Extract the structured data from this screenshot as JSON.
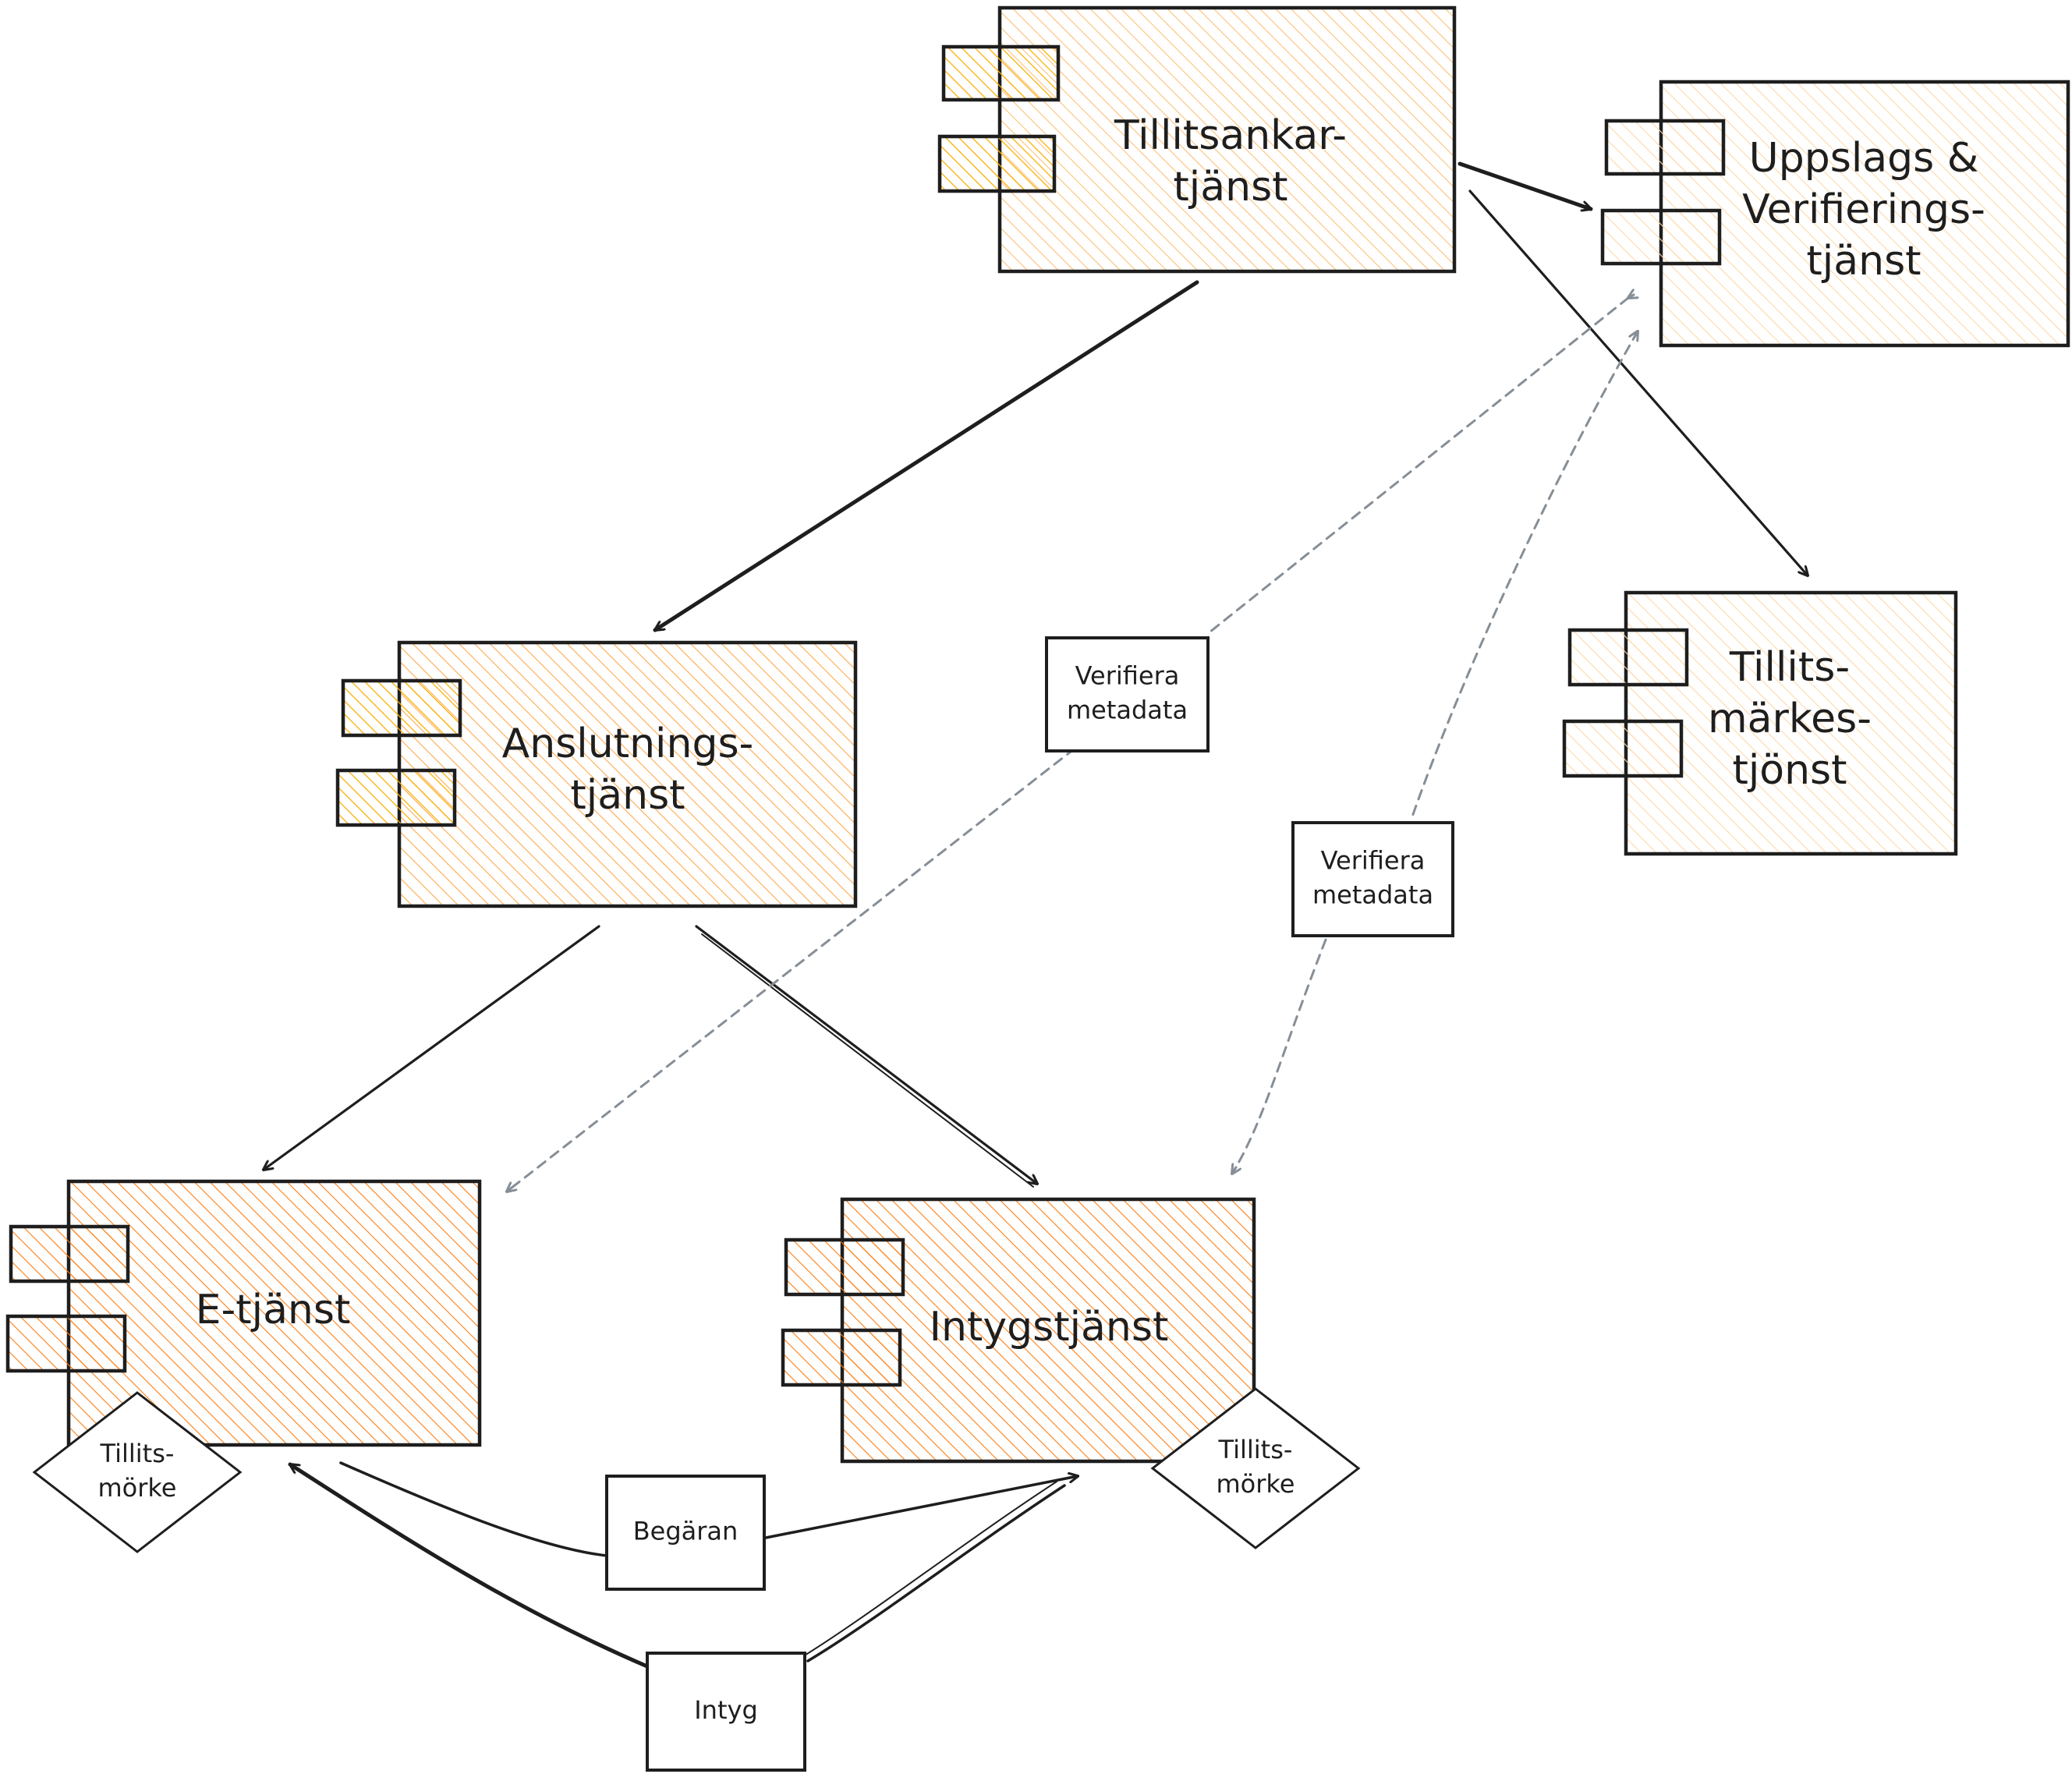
{
  "components": [
    {
      "id": "anchor",
      "name": "tillitsankartjanst",
      "lines": [
        "Tillitsankar-",
        "tjänst"
      ],
      "fill": "#ffc078",
      "tint": "#fab005"
    },
    {
      "id": "lookup",
      "name": "uppslags-verifieringstjanst",
      "lines": [
        "Uppslags &",
        "Verifierings-",
        "tjänst"
      ],
      "fill": "#ffd8a8",
      "tint": "#ffc078"
    },
    {
      "id": "connect",
      "name": "anslutningstjanst",
      "lines": [
        "Anslutnings-",
        "tjänst"
      ],
      "fill": "#ffa94d",
      "tint": "#fab005"
    },
    {
      "id": "mark",
      "name": "tillitsmarkestjanst",
      "lines": [
        "Tillits-",
        "märkes-",
        "tjönst"
      ],
      "fill": "#ffd8a8",
      "tint": "#ffc078"
    },
    {
      "id": "eservice",
      "name": "e-tjanst",
      "lines": [
        "E-tjänst"
      ],
      "fill": "#fd7e14",
      "tint": "#fd7e14"
    },
    {
      "id": "attest",
      "name": "intygstjanst",
      "lines": [
        "Intygstjänst"
      ],
      "fill": "#fd7e14",
      "tint": "#fd7e14"
    }
  ],
  "badges": [
    {
      "id": "badge1",
      "lines": [
        "Tillits-",
        "mörke"
      ]
    },
    {
      "id": "badge2",
      "lines": [
        "Tillits-",
        "mörke"
      ]
    }
  ],
  "edge_labels": [
    {
      "id": "verify1",
      "lines": [
        "Verifiera",
        "metadata"
      ]
    },
    {
      "id": "verify2",
      "lines": [
        "Verifiera",
        "metadata"
      ]
    },
    {
      "id": "request",
      "lines": [
        "Begäran"
      ]
    },
    {
      "id": "cert",
      "lines": [
        "Intyg"
      ]
    }
  ],
  "colors": {
    "stroke": "#1e1e1e",
    "dashed": "#868e96",
    "background": "#ffffff"
  }
}
